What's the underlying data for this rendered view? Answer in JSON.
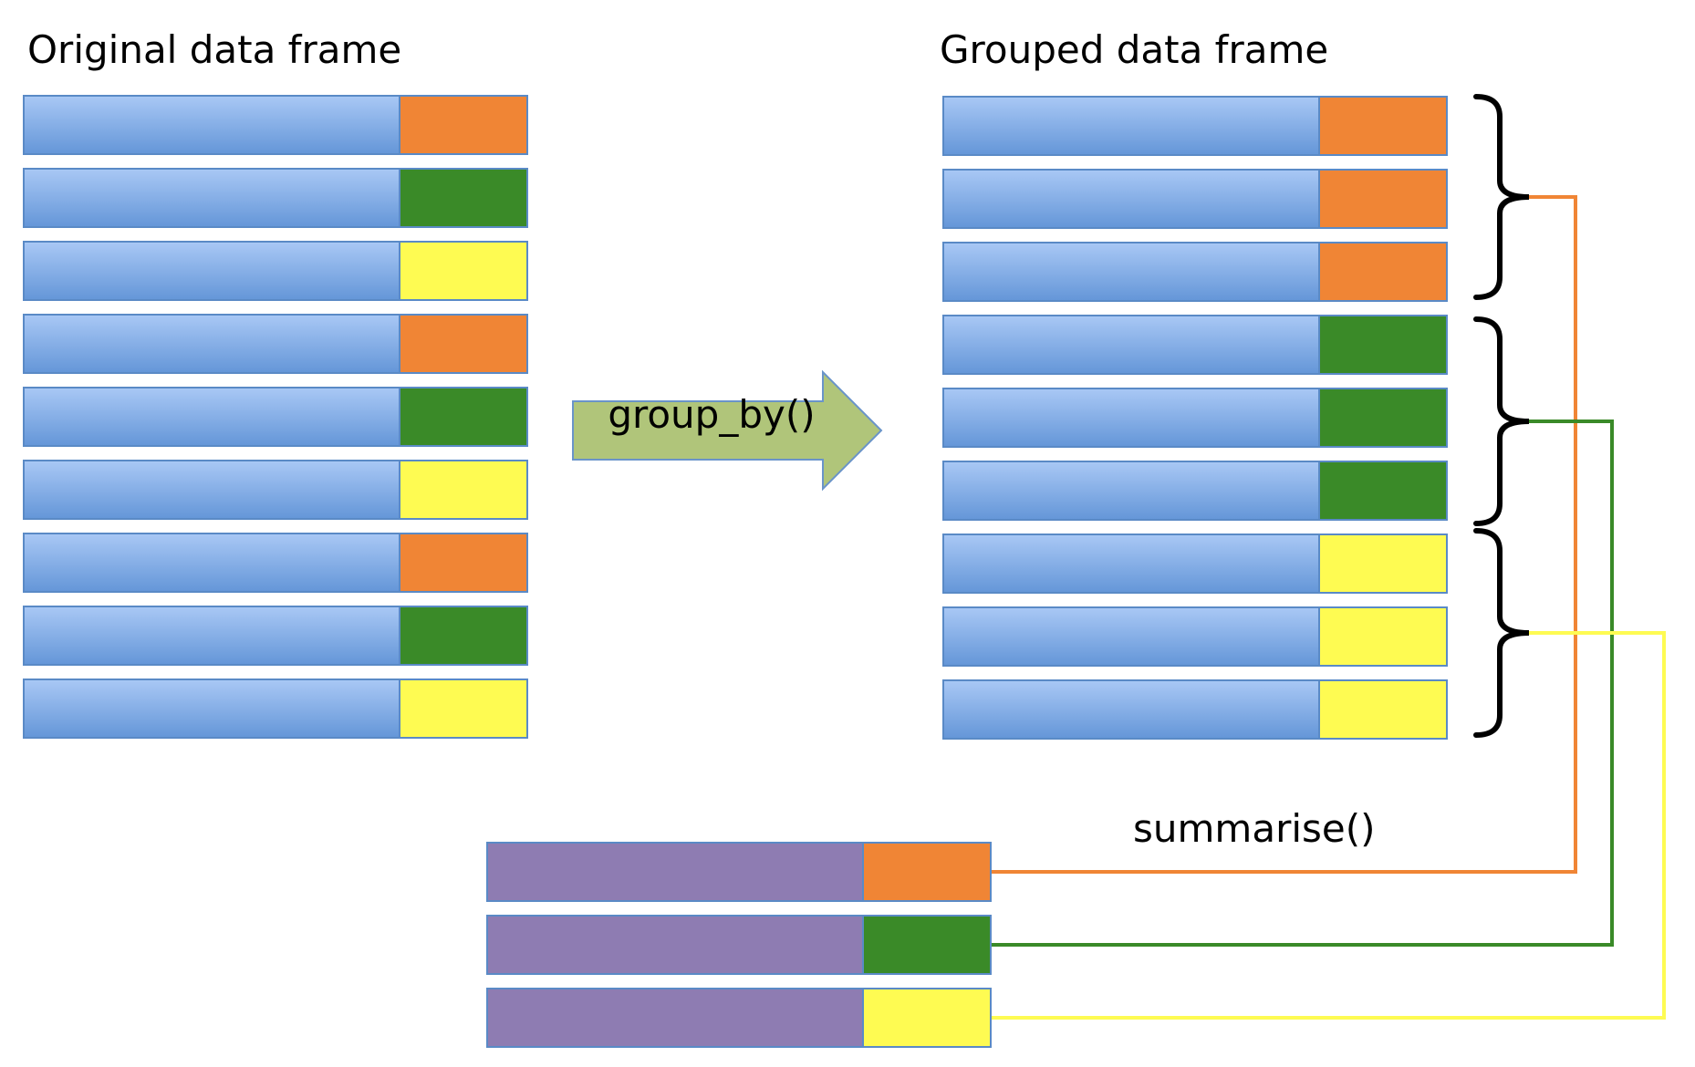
{
  "labels": {
    "original_title": "Original data frame",
    "grouped_title": "Grouped data frame",
    "arrow_label": "group_by()",
    "summarise_label": "summarise()"
  },
  "colors": {
    "row_blue_light": "#a9c8f5",
    "row_blue_dark": "#6496d8",
    "row_purple": "#8e7cb2",
    "orange": "#f08535",
    "green": "#3a8a28",
    "yellow": "#fefb52",
    "arrow_fill": "#b0c57a",
    "border": "#5a8ac6"
  },
  "original_rows": [
    "orange",
    "green",
    "yellow",
    "orange",
    "green",
    "yellow",
    "orange",
    "green",
    "yellow"
  ],
  "grouped_rows": [
    "orange",
    "orange",
    "orange",
    "green",
    "green",
    "green",
    "yellow",
    "yellow",
    "yellow"
  ],
  "summary_rows": [
    "orange",
    "green",
    "yellow"
  ]
}
